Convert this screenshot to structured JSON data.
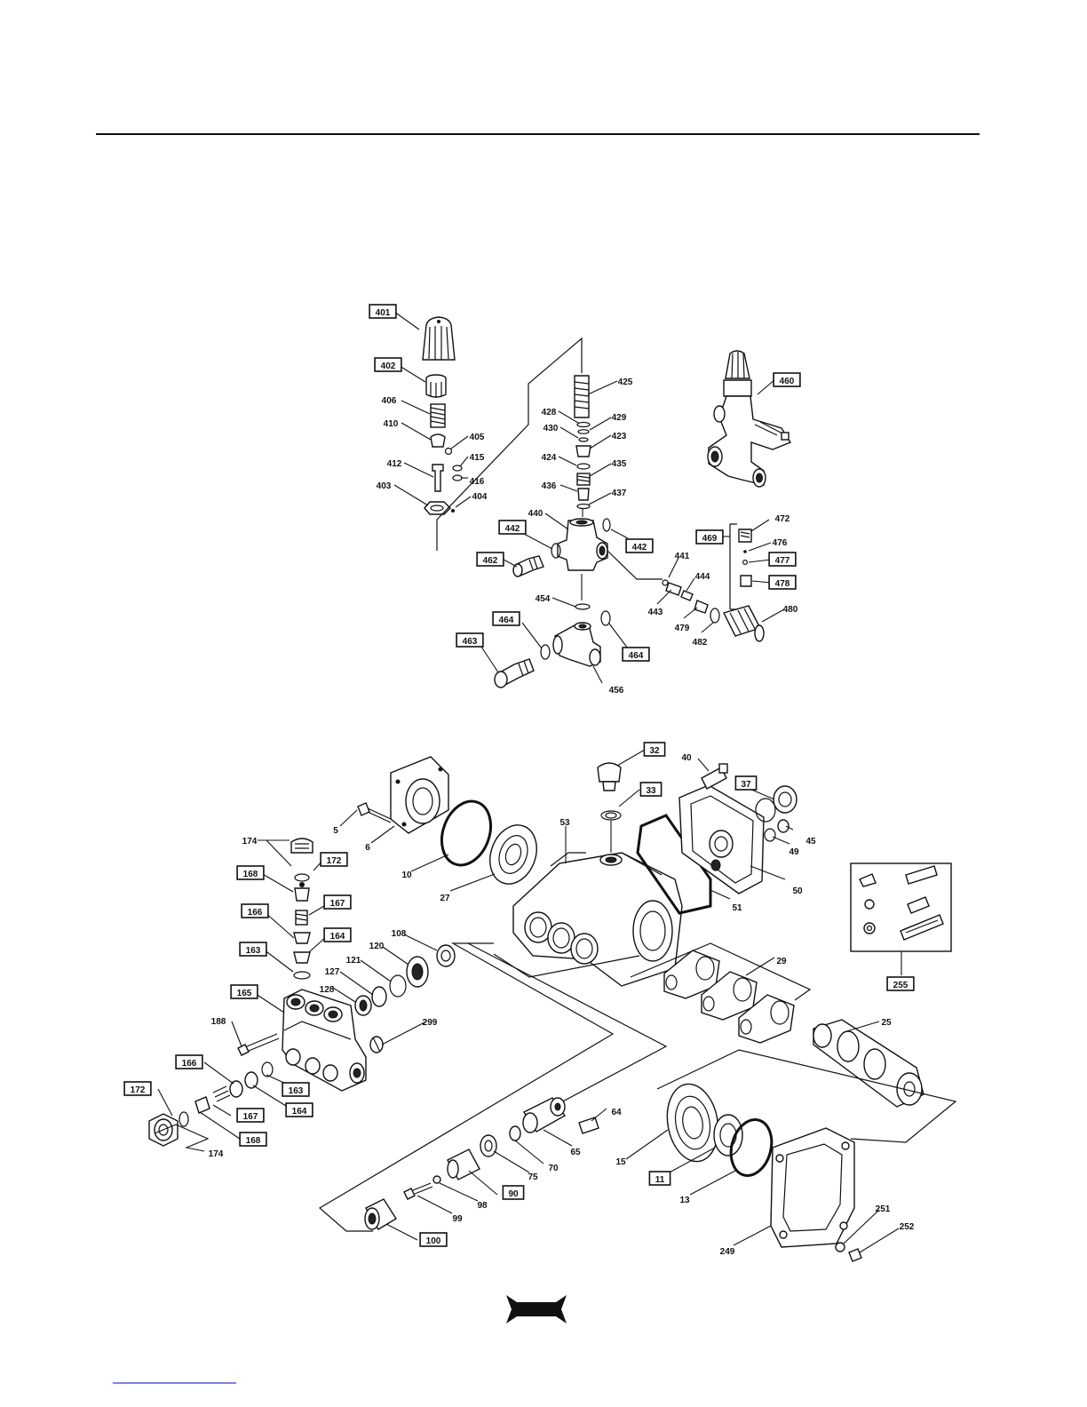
{
  "labels": [
    {
      "id": "401",
      "text": "401",
      "boxed": true
    },
    {
      "id": "402",
      "text": "402",
      "boxed": true
    },
    {
      "id": "406",
      "text": "406",
      "boxed": false
    },
    {
      "id": "410",
      "text": "410",
      "boxed": false
    },
    {
      "id": "405",
      "text": "405",
      "boxed": false
    },
    {
      "id": "415",
      "text": "415",
      "boxed": false
    },
    {
      "id": "412",
      "text": "412",
      "boxed": false
    },
    {
      "id": "416",
      "text": "416",
      "boxed": false
    },
    {
      "id": "403",
      "text": "403",
      "boxed": false
    },
    {
      "id": "404",
      "text": "404",
      "boxed": false
    },
    {
      "id": "425",
      "text": "425",
      "boxed": false
    },
    {
      "id": "428",
      "text": "428",
      "boxed": false
    },
    {
      "id": "429",
      "text": "429",
      "boxed": false
    },
    {
      "id": "430",
      "text": "430",
      "boxed": false
    },
    {
      "id": "423",
      "text": "423",
      "boxed": false
    },
    {
      "id": "424",
      "text": "424",
      "boxed": false
    },
    {
      "id": "435",
      "text": "435",
      "boxed": false
    },
    {
      "id": "436",
      "text": "436",
      "boxed": false
    },
    {
      "id": "437",
      "text": "437",
      "boxed": false
    },
    {
      "id": "440",
      "text": "440",
      "boxed": false
    },
    {
      "id": "442a",
      "text": "442",
      "boxed": true
    },
    {
      "id": "442b",
      "text": "442",
      "boxed": true
    },
    {
      "id": "462",
      "text": "462",
      "boxed": true
    },
    {
      "id": "454",
      "text": "454",
      "boxed": false
    },
    {
      "id": "464a",
      "text": "464",
      "boxed": true
    },
    {
      "id": "464b",
      "text": "464",
      "boxed": true
    },
    {
      "id": "463",
      "text": "463",
      "boxed": true
    },
    {
      "id": "456",
      "text": "456",
      "boxed": false
    },
    {
      "id": "460",
      "text": "460",
      "boxed": true
    },
    {
      "id": "469",
      "text": "469",
      "boxed": true
    },
    {
      "id": "472",
      "text": "472",
      "boxed": false
    },
    {
      "id": "476",
      "text": "476",
      "boxed": false
    },
    {
      "id": "477",
      "text": "477",
      "boxed": true
    },
    {
      "id": "478",
      "text": "478",
      "boxed": true
    },
    {
      "id": "441",
      "text": "441",
      "boxed": false
    },
    {
      "id": "444",
      "text": "444",
      "boxed": false
    },
    {
      "id": "443",
      "text": "443",
      "boxed": false
    },
    {
      "id": "479",
      "text": "479",
      "boxed": false
    },
    {
      "id": "482",
      "text": "482",
      "boxed": false
    },
    {
      "id": "480",
      "text": "480",
      "boxed": false
    },
    {
      "id": "32",
      "text": "32",
      "boxed": true
    },
    {
      "id": "33",
      "text": "33",
      "boxed": true
    },
    {
      "id": "40",
      "text": "40",
      "boxed": false
    },
    {
      "id": "37",
      "text": "37",
      "boxed": true
    },
    {
      "id": "45",
      "text": "45",
      "boxed": false
    },
    {
      "id": "49",
      "text": "49",
      "boxed": false
    },
    {
      "id": "50",
      "text": "50",
      "boxed": false
    },
    {
      "id": "51",
      "text": "51",
      "boxed": false
    },
    {
      "id": "53",
      "text": "53",
      "boxed": false
    },
    {
      "id": "5",
      "text": "5",
      "boxed": false
    },
    {
      "id": "6",
      "text": "6",
      "boxed": false
    },
    {
      "id": "10",
      "text": "10",
      "boxed": false
    },
    {
      "id": "27",
      "text": "27",
      "boxed": false
    },
    {
      "id": "174a",
      "text": "174",
      "boxed": false
    },
    {
      "id": "172a",
      "text": "172",
      "boxed": true
    },
    {
      "id": "168a",
      "text": "168",
      "boxed": true
    },
    {
      "id": "167a",
      "text": "167",
      "boxed": true
    },
    {
      "id": "166",
      "text": "166",
      "boxed": true
    },
    {
      "id": "164a",
      "text": "164",
      "boxed": true
    },
    {
      "id": "163a",
      "text": "163",
      "boxed": true
    },
    {
      "id": "165",
      "text": "165",
      "boxed": true
    },
    {
      "id": "108",
      "text": "108",
      "boxed": false
    },
    {
      "id": "120",
      "text": "120",
      "boxed": false
    },
    {
      "id": "121",
      "text": "121",
      "boxed": false
    },
    {
      "id": "127",
      "text": "127",
      "boxed": false
    },
    {
      "id": "128",
      "text": "128",
      "boxed": false
    },
    {
      "id": "188",
      "text": "188",
      "boxed": false
    },
    {
      "id": "299",
      "text": "299",
      "boxed": false
    },
    {
      "id": "163b",
      "text": "163",
      "boxed": true
    },
    {
      "id": "164b",
      "text": "164",
      "boxed": true
    },
    {
      "id": "166b",
      "text": "166",
      "boxed": true
    },
    {
      "id": "167b",
      "text": "167",
      "boxed": true
    },
    {
      "id": "168b",
      "text": "168",
      "boxed": true
    },
    {
      "id": "172b",
      "text": "172",
      "boxed": true
    },
    {
      "id": "174b",
      "text": "174",
      "boxed": false
    },
    {
      "id": "29",
      "text": "29",
      "boxed": false
    },
    {
      "id": "25",
      "text": "25",
      "boxed": false
    },
    {
      "id": "255",
      "text": "255",
      "boxed": true
    },
    {
      "id": "64",
      "text": "64",
      "boxed": false
    },
    {
      "id": "65",
      "text": "65",
      "boxed": false
    },
    {
      "id": "70",
      "text": "70",
      "boxed": false
    },
    {
      "id": "75",
      "text": "75",
      "boxed": false
    },
    {
      "id": "90",
      "text": "90",
      "boxed": true
    },
    {
      "id": "98",
      "text": "98",
      "boxed": false
    },
    {
      "id": "99",
      "text": "99",
      "boxed": false
    },
    {
      "id": "100",
      "text": "100",
      "boxed": true
    },
    {
      "id": "15",
      "text": "15",
      "boxed": false
    },
    {
      "id": "11",
      "text": "11",
      "boxed": true
    },
    {
      "id": "13",
      "text": "13",
      "boxed": false
    },
    {
      "id": "249",
      "text": "249",
      "boxed": false
    },
    {
      "id": "251",
      "text": "251",
      "boxed": false
    },
    {
      "id": "252",
      "text": "252",
      "boxed": false
    }
  ]
}
